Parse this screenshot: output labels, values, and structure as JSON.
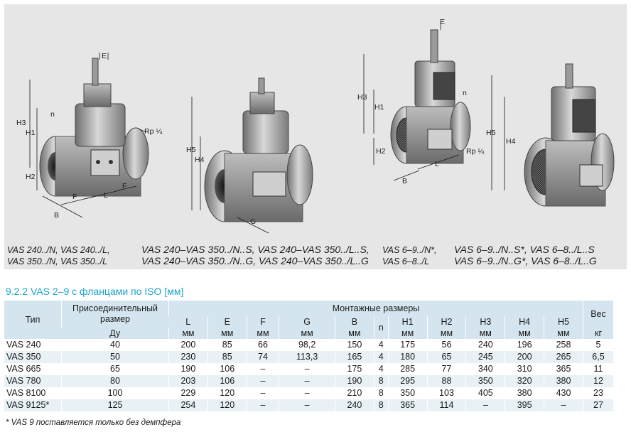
{
  "figures": {
    "fig1": {
      "labels": {
        "e": "E",
        "h3": "H3",
        "h1": "H1",
        "h2": "H2",
        "n": "n",
        "rp": "Rp ¼",
        "f1": "F",
        "f2": "F",
        "l": "L",
        "b": "B"
      },
      "caption_lines": [
        "VAS 240../N, VAS 240../L,",
        "VAS 350../N, VAS 350../L"
      ]
    },
    "fig2": {
      "labels": {
        "h5": "H5",
        "h4": "H4",
        "g": "G"
      },
      "caption_lines": [
        "VAS 240–VAS 350../N..S, VAS 240–VAS 350../L..S,",
        "VAS 240–VAS 350../N..G, VAS 240–VAS 350../L..G"
      ]
    },
    "fig3": {
      "labels": {
        "e": "E",
        "h3": "H3",
        "h1": "H1",
        "h2": "H2",
        "n": "n",
        "rp": "Rp ¼",
        "l": "L",
        "b": "B"
      },
      "caption_lines": [
        "VAS 6–9../N*,",
        "VAS 6–8../L"
      ]
    },
    "fig4": {
      "labels": {
        "h5": "H5",
        "h4": "H4"
      },
      "caption_lines": [
        "VAS 6–9../N..S*, VAS 6–8../L..S",
        "VAS 6–9../N..G*, VAS 6–8../L..G"
      ]
    }
  },
  "section_title": "9.2.2 VAS 2–9 с фланцами по ISO [мм]",
  "table": {
    "type_header": "Тип",
    "connection_header": "Присоединительный размер",
    "connection_sub": "Ду",
    "group_header": "Монтажные размеры",
    "weight_header": "Вес",
    "weight_unit": "кг",
    "columns": [
      {
        "name": "L",
        "unit": "мм"
      },
      {
        "name": "E",
        "unit": "мм"
      },
      {
        "name": "F",
        "unit": "мм"
      },
      {
        "name": "G",
        "unit": "мм"
      },
      {
        "name": "B",
        "unit": "мм"
      },
      {
        "name": "n",
        "unit": ""
      },
      {
        "name": "H1",
        "unit": "мм"
      },
      {
        "name": "H2",
        "unit": "мм"
      },
      {
        "name": "H3",
        "unit": "мм"
      },
      {
        "name": "H4",
        "unit": "мм"
      },
      {
        "name": "H5",
        "unit": "мм"
      }
    ],
    "rows": [
      [
        "VAS 240",
        "40",
        "200",
        "85",
        "66",
        "98,2",
        "150",
        "4",
        "175",
        "56",
        "240",
        "196",
        "258",
        "5"
      ],
      [
        "VAS 350",
        "50",
        "230",
        "85",
        "74",
        "113,3",
        "165",
        "4",
        "180",
        "65",
        "245",
        "200",
        "265",
        "6,5"
      ],
      [
        "VAS 665",
        "65",
        "190",
        "106",
        "–",
        "–",
        "175",
        "4",
        "285",
        "77",
        "340",
        "310",
        "365",
        "11"
      ],
      [
        "VAS 780",
        "80",
        "203",
        "106",
        "–",
        "–",
        "190",
        "8",
        "295",
        "88",
        "350",
        "320",
        "380",
        "12"
      ],
      [
        "VAS 8100",
        "100",
        "229",
        "120",
        "–",
        "–",
        "210",
        "8",
        "350",
        "103",
        "405",
        "380",
        "430",
        "23"
      ],
      [
        "VAS 9125*",
        "125",
        "254",
        "120",
        "–",
        "–",
        "240",
        "8",
        "365",
        "114",
        "–",
        "395",
        "–",
        "27"
      ]
    ]
  },
  "footnote": "* VAS 9 поставляется только без демпфера"
}
